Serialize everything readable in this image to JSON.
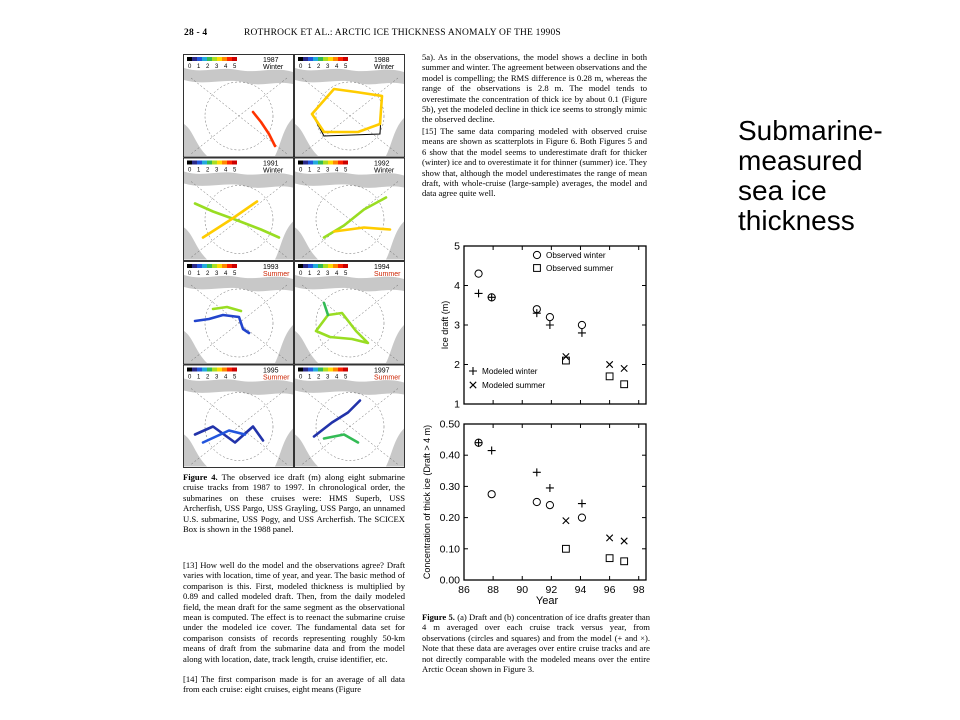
{
  "page": {
    "page_number": "28 - 4",
    "running_head": "ROTHROCK ET AL.: ARCTIC ICE THICKNESS ANOMALY OF THE 1990S",
    "right_col_text": "5a). As in the observations, the model shows a decline in both summer and winter. The agreement between observations and the model is compelling; the RMS difference is 0.28 m, whereas the range of the observations is 2.8 m. The model tends to overestimate the concentration of thick ice by about 0.1 (Figure 5b), yet the modeled decline in thick ice seems to strongly mimic the observed decline.",
    "para_15": "[15] The same data comparing modeled with observed cruise means are shown as scatterplots in Figure 6. Both Figures 5 and 6 show that the model seems to underestimate draft for thicker (winter) ice and to overestimate it for thinner (summer) ice. They show that, although the model underestimates the range of mean draft, with whole-cruise (large-sample) averages, the model and data agree quite well.",
    "fig4_caption": {
      "label": "Figure 4.",
      "text": "The observed ice draft (m) along eight submarine cruise tracks from 1987 to 1997. In chronological order, the submarines on these cruises were: HMS Superb, USS Archerfish, USS Pargo, USS Grayling, USS Pargo, an unnamed U.S. submarine, USS Pogy, and USS Archerfish. The SCICEX Box is shown in the 1988 panel."
    },
    "para_13": "[13] How well do the model and the observations agree? Draft varies with location, time of year, and year. The basic method of comparison is this. First, modeled thickness is multiplied by 0.89 and called modeled draft. Then, from the daily modeled field, the mean draft for the same segment as the observational mean is computed. The effect is to reenact the submarine cruise under the modeled ice cover. The fundamental data set for comparison consists of records representing roughly 50-km means of draft from the submarine data and from the model along with location, date, track length, cruise identifier, etc.",
    "para_14": "[14] The first comparison made is for an average of all data from each cruise: eight cruises, eight means (Figure",
    "fig5_caption": {
      "label": "Figure 5.",
      "text": "(a) Draft and (b) concentration of ice drafts greater than 4 m averaged over each cruise track versus year, from observations (circles and squares) and from the model (+ and ×). Note that these data are averages over entire cruise tracks and are not directly comparable with the modeled means over the entire Arctic Ocean shown in Figure 3."
    },
    "maps": {
      "colorbar_ticks": [
        "0",
        "1",
        "2",
        "3",
        "4",
        "5"
      ],
      "panels": [
        {
          "year": "1987",
          "season": "Winter",
          "season_color": "#000000"
        },
        {
          "year": "1988",
          "season": "Winter",
          "season_color": "#000000"
        },
        {
          "year": "1991",
          "season": "Winter",
          "season_color": "#000000"
        },
        {
          "year": "1992",
          "season": "Winter",
          "season_color": "#000000"
        },
        {
          "year": "1993",
          "season": "Summer",
          "season_color": "#cc2200"
        },
        {
          "year": "1994",
          "season": "Summer",
          "season_color": "#cc2200"
        },
        {
          "year": "1995",
          "season": "Summer",
          "season_color": "#cc2200"
        },
        {
          "year": "1997",
          "season": "Summer",
          "season_color": "#cc2200"
        }
      ]
    }
  },
  "side_title": [
    "Submarine-",
    "measured",
    "sea ice",
    "thickness"
  ],
  "chart_data": [
    {
      "type": "scatter",
      "title": "",
      "xlabel": "",
      "ylabel": "Ice draft (m)",
      "xlim": [
        86,
        98.5
      ],
      "ylim": [
        1,
        5
      ],
      "yticks": [
        1,
        2,
        3,
        4,
        5
      ],
      "legend_top": [
        "Observed winter",
        "Observed summer"
      ],
      "legend_bottom": [
        "Modeled winter",
        "Modeled summer"
      ],
      "series": [
        {
          "name": "Observed winter",
          "marker": "circle",
          "x": [
            87.0,
            87.9,
            91.0,
            91.9,
            94.1
          ],
          "y": [
            4.3,
            3.7,
            3.4,
            3.2,
            3.0
          ]
        },
        {
          "name": "Observed summer",
          "marker": "square",
          "x": [
            93.0,
            96.0,
            97.0
          ],
          "y": [
            2.1,
            1.7,
            1.5
          ]
        },
        {
          "name": "Modeled winter",
          "marker": "plus",
          "x": [
            87.0,
            87.9,
            91.0,
            91.9,
            94.1
          ],
          "y": [
            3.8,
            3.7,
            3.3,
            3.0,
            2.8
          ]
        },
        {
          "name": "Modeled summer",
          "marker": "x",
          "x": [
            93.0,
            96.0,
            97.0
          ],
          "y": [
            2.2,
            2.0,
            1.9
          ]
        }
      ]
    },
    {
      "type": "scatter",
      "title": "",
      "xlabel": "Year",
      "ylabel": "Concentration of thick ice (Draft > 4 m)",
      "xlim": [
        86,
        98.5
      ],
      "ylim": [
        0,
        0.5
      ],
      "xticks": [
        86,
        88,
        90,
        92,
        94,
        96,
        98
      ],
      "yticks": [
        0.0,
        0.1,
        0.2,
        0.3,
        0.4,
        0.5
      ],
      "ytick_labels": [
        "0.00",
        "0.10",
        "0.20",
        "0.30",
        "0.40",
        "0.50"
      ],
      "series": [
        {
          "name": "Observed winter",
          "marker": "circle",
          "x": [
            87.0,
            87.9,
            91.0,
            91.9,
            94.1
          ],
          "y": [
            0.44,
            0.275,
            0.25,
            0.24,
            0.2
          ]
        },
        {
          "name": "Observed summer",
          "marker": "square",
          "x": [
            93.0,
            96.0,
            97.0
          ],
          "y": [
            0.1,
            0.07,
            0.06
          ]
        },
        {
          "name": "Modeled winter",
          "marker": "plus",
          "x": [
            87.0,
            87.9,
            91.0,
            91.9,
            94.1
          ],
          "y": [
            0.44,
            0.415,
            0.345,
            0.295,
            0.245
          ]
        },
        {
          "name": "Modeled summer",
          "marker": "x",
          "x": [
            93.0,
            96.0,
            97.0
          ],
          "y": [
            0.19,
            0.135,
            0.125
          ]
        }
      ]
    }
  ]
}
